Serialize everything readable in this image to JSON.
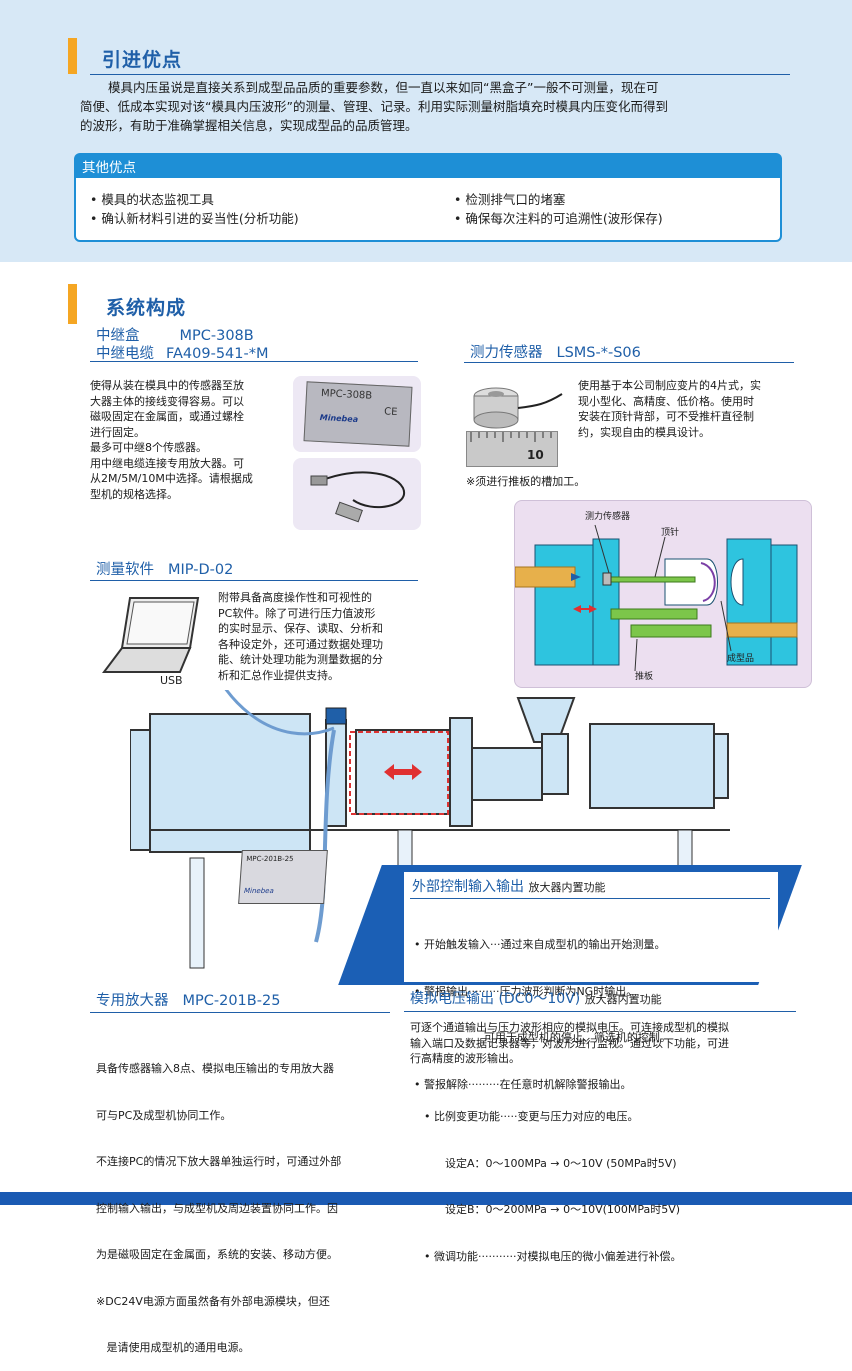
{
  "intro": {
    "title": "引进优点",
    "paragraph_lines": [
      "模具内压虽说是直接关系到成型品品质的重要参数，但一直以来如同“黑盒子”一般不可测量，现在可",
      "简便、低成本实现对该“模具内压波形”的测量、管理、记录。利用实际测量树脂填充时模具内压变化而得到",
      "的波形，有助于准确掌握相关信息，实现成型品的品质管理。"
    ]
  },
  "other_advantages": {
    "heading": "其他优点",
    "left_items": [
      "• 模具的状态监视工具",
      "• 确认新材料引进的妥当性(分析功能)"
    ],
    "right_items": [
      "• 检测排气口的堵塞",
      "• 确保每次注料的可追溯性(波形保存)"
    ]
  },
  "system": {
    "title": "系统构成",
    "relay": {
      "label1": "中继盒",
      "model1": "MPC-308B",
      "label2": "中继电缆",
      "model2": "FA409-541-*M",
      "lines": [
        "使得从装在模具中的传感器至放",
        "大器主体的接线变得容易。可以",
        "磁吸固定在金属面，或通过螺栓",
        "进行固定。",
        "最多可中继8个传感器。",
        "用中继电缆连接专用放大器。可",
        "从2M/5M/10M中选择。请根据成",
        "型机的规格选择。"
      ],
      "box_text": "MPC-308B",
      "brand": "Minebea",
      "ce": "CE"
    },
    "sensor": {
      "label": "测力传感器",
      "model": "LSMS-*-S06",
      "lines": [
        "使用基于本公司制应变片的4片式，实",
        "现小型化、高精度、低价格。使用时",
        "安装在顶针背部，可不受推杆直径制",
        "约，实现自由的模具设计。"
      ],
      "note": "※须进行推板的槽加工。",
      "ruler_num": "10"
    },
    "mold": {
      "sensor_label": "测力传感器",
      "pin_label": "顶针",
      "plate_label": "推板",
      "product_label": "成型品"
    },
    "software": {
      "label": "测量软件",
      "model": "MIP-D-02",
      "lines": [
        "附带具备高度操作性和可视性的",
        "PC软件。除了可进行压力值波形",
        "的实时显示、保存、读取、分析和",
        "各种设定外，还可通过数据处理功",
        "能、统计处理功能为测量数据的分",
        "析和汇总作业提供支持。"
      ],
      "usb": "USB"
    },
    "amp_device": {
      "name": "MPC-201B-25",
      "brand": "Minebea"
    },
    "external_io": {
      "title": "外部控制输入输出",
      "subtitle": "放大器内置功能",
      "lines": [
        "• 开始触发输入···通过来自成型机的输出开始测量。",
        "• 警报输出·········压力波形判断为NG时输出。",
        "                    可用于成型机的停止、筛选机的控制。",
        "• 警报解除·········在任意时机解除警报输出。"
      ]
    },
    "amplifier": {
      "label": "专用放大器",
      "model": "MPC-201B-25",
      "lines": [
        "具备传感器输入8点、模拟电压输出的专用放大器",
        "可与PC及成型机协同工作。",
        "不连接PC的情况下放大器单独运行时，可通过外部",
        "控制输入输出，与成型机及周边装置协同工作。因",
        "为是磁吸固定在金属面，系统的安装、移动方便。",
        "※DC24V电源方面虽然备有外部电源模块，但还",
        "   是请使用成型机的通用电源。"
      ]
    },
    "analog": {
      "title": "模拟电压输出 (DC0～10V)",
      "subtitle": "放大器内置功能",
      "lines": [
        "可逐个通道输出与压力波形相应的模拟电压。可连接成型机的模拟",
        "输入端口及数据记录器等，对波形进行监视。通过以下功能，可进",
        "行高精度的波形输出。"
      ],
      "items": [
        "• 比例变更功能·····变更与压力对应的电压。",
        "      设定A：0～100MPa → 0～10V (50MPa时5V)",
        "      设定B：0～200MPa → 0～10V(100MPa时5V)",
        "• 微调功能···········对模拟电压的微小偏差进行补偿。"
      ]
    }
  },
  "colors": {
    "accent": "#f5a623",
    "blue": "#1e8fd6",
    "title_blue": "#1f5fa8",
    "top_bg": "#d7e8f6",
    "machine": "#cde5f5",
    "mold_cyan": "#2ec4df",
    "green": "#7cc64a"
  }
}
